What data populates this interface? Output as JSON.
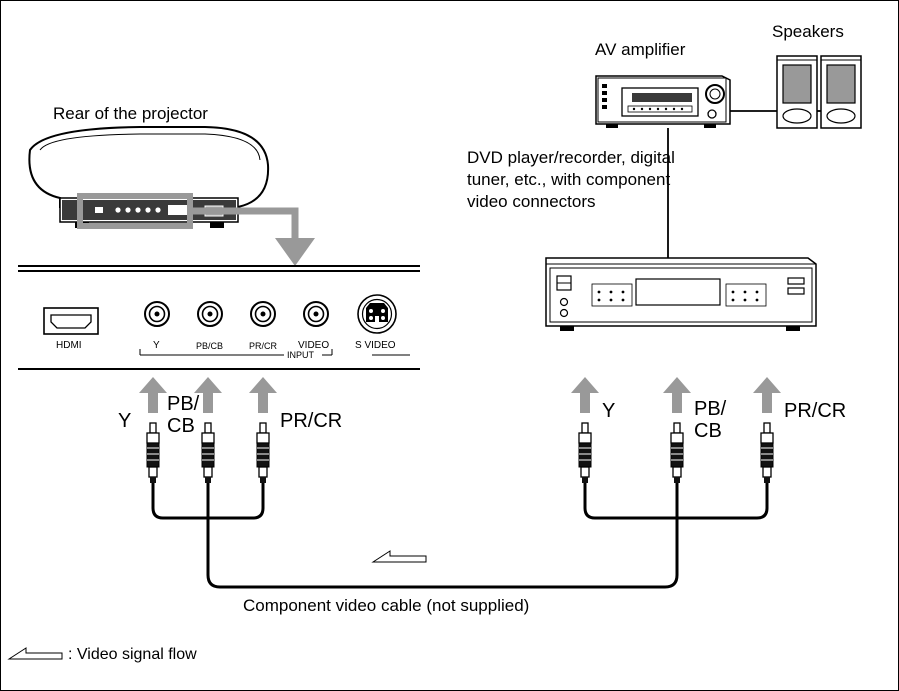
{
  "labels": {
    "rear_of_projector": "Rear of the projector",
    "av_amplifier": "AV amplifier",
    "speakers": "Speakers",
    "dvd_description": "DVD player/recorder, digital tuner, etc., with component video connectors",
    "cable_caption": "Component video cable (not supplied)",
    "legend_text": ": Video signal flow"
  },
  "panel_ports": {
    "hdmi": "HDMI",
    "y": "Y",
    "pb_cb": "PB/CB",
    "pr_cr": "PR/CR",
    "video": "VIDEO",
    "s_video": "S VIDEO",
    "input": "INPUT"
  },
  "left_plugs": {
    "y": "Y",
    "pb_top": "PB/",
    "cb_bottom": "CB",
    "pr_cr": "PR/CR"
  },
  "right_plugs": {
    "y": "Y",
    "pb_top": "PB/",
    "cb_bottom": "CB",
    "pr_cr": "PR/CR"
  },
  "colors": {
    "arrow": "#999999",
    "line": "#000000",
    "background": "#ffffff"
  }
}
